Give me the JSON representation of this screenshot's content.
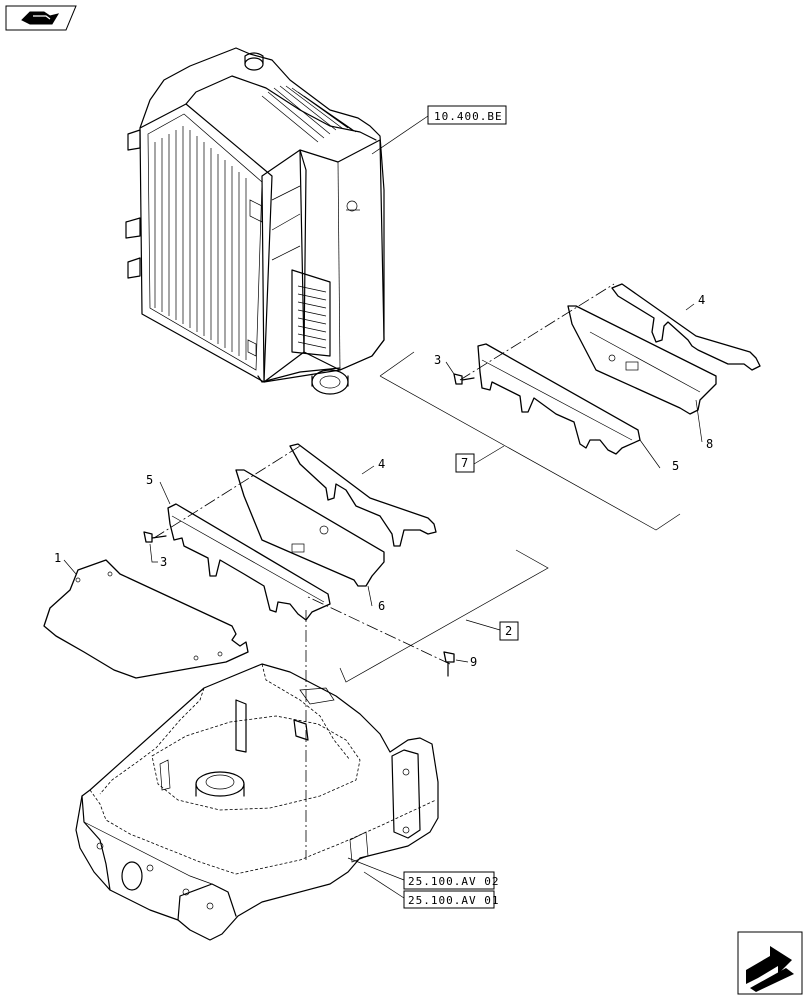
{
  "header": {
    "nav_icon": "open-book-icon"
  },
  "footer": {
    "nav_icon": "next-page-arrow-icon"
  },
  "callouts": {
    "p1": "1",
    "p2": "2",
    "p3a": "3",
    "p3b": "3",
    "p4a": "4",
    "p4b": "4",
    "p5a": "5",
    "p5b": "5",
    "p6": "6",
    "p7": "7",
    "p8": "8",
    "p9": "9"
  },
  "references": {
    "r1": "10.400.BE",
    "r2": "25.100.AV 02",
    "r3": "25.100.AV 01"
  },
  "colors": {
    "line": "#000000",
    "background": "#ffffff"
  }
}
